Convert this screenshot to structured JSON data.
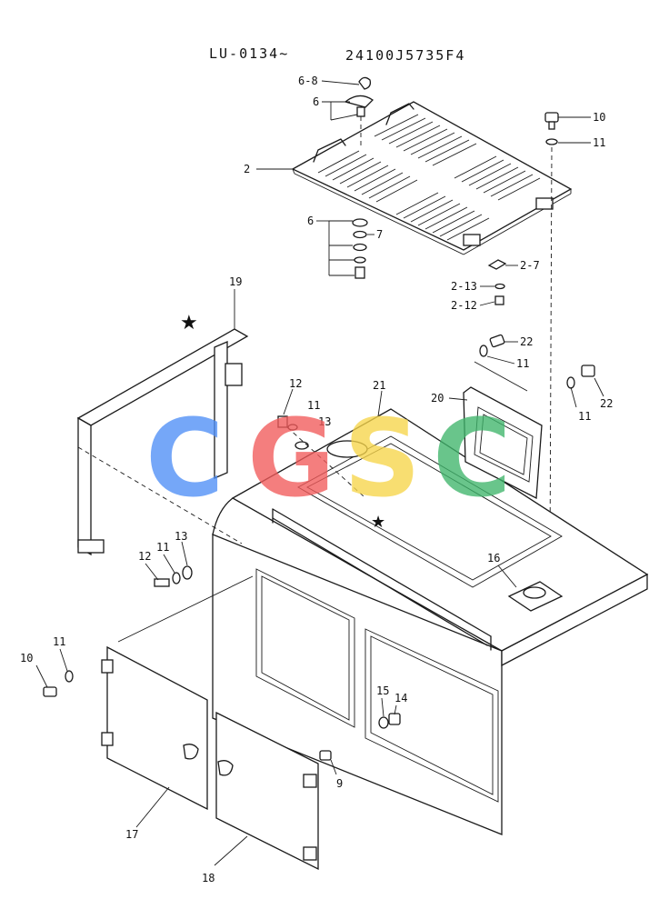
{
  "header": {
    "serial_range": "LU-0134~",
    "part_number": "24100J5735F4"
  },
  "watermark": {
    "letters": [
      "C",
      "G",
      "S",
      "C"
    ],
    "colors": [
      "#4f8ff7",
      "#f25a5a",
      "#f7d54a",
      "#3fb56b"
    ]
  },
  "callouts": [
    {
      "id": "c-6-8",
      "label": "6-8"
    },
    {
      "id": "c-6-top",
      "label": "6"
    },
    {
      "id": "c-2",
      "label": "2"
    },
    {
      "id": "c-10-top",
      "label": "10"
    },
    {
      "id": "c-11-top",
      "label": "11"
    },
    {
      "id": "c-6-mid",
      "label": "6"
    },
    {
      "id": "c-7",
      "label": "7"
    },
    {
      "id": "c-2-7",
      "label": "2-7"
    },
    {
      "id": "c-2-13",
      "label": "2-13"
    },
    {
      "id": "c-2-12",
      "label": "2-12"
    },
    {
      "id": "c-19",
      "label": "19"
    },
    {
      "id": "c-22-a",
      "label": "22"
    },
    {
      "id": "c-11-a",
      "label": "11"
    },
    {
      "id": "c-22-b",
      "label": "22"
    },
    {
      "id": "c-11-b",
      "label": "11"
    },
    {
      "id": "c-20",
      "label": "20"
    },
    {
      "id": "c-21",
      "label": "21"
    },
    {
      "id": "c-12-a",
      "label": "12"
    },
    {
      "id": "c-11-c",
      "label": "11"
    },
    {
      "id": "c-13-a",
      "label": "13"
    },
    {
      "id": "c-12-b",
      "label": "12"
    },
    {
      "id": "c-11-d",
      "label": "11"
    },
    {
      "id": "c-13-b",
      "label": "13"
    },
    {
      "id": "c-16",
      "label": "16"
    },
    {
      "id": "c-11-e",
      "label": "11"
    },
    {
      "id": "c-10-b",
      "label": "10"
    },
    {
      "id": "c-15",
      "label": "15"
    },
    {
      "id": "c-14",
      "label": "14"
    },
    {
      "id": "c-9",
      "label": "9"
    },
    {
      "id": "c-17",
      "label": "17"
    },
    {
      "id": "c-18",
      "label": "18"
    }
  ]
}
